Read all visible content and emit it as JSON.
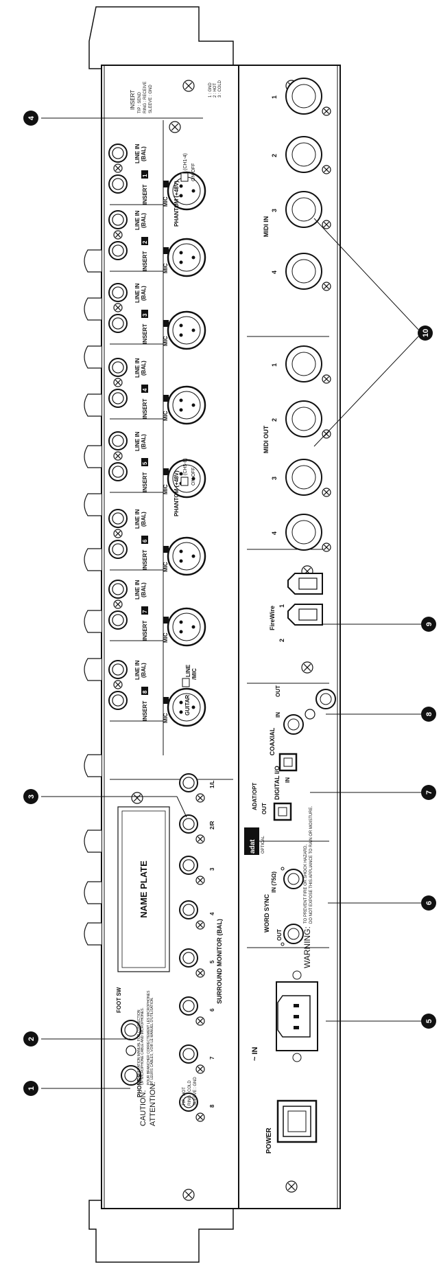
{
  "callouts": {
    "c1": "1",
    "c2": "2",
    "c3": "3",
    "c4": "4",
    "c5": "5",
    "c6": "6",
    "c7": "7",
    "c8": "8",
    "c9": "9",
    "c10": "10"
  },
  "front": {
    "phones": "PHONES",
    "foot_sw": "FOOT SW",
    "name_plate": "NAME PLATE",
    "surround_monitor": "SURROUND MONITOR (BAL)",
    "surround_channels": [
      "8",
      "7",
      "6",
      "5",
      "4",
      "3",
      "2/R",
      "1/L"
    ],
    "caution_title": "CAUTION:",
    "caution_text_1": "SEE OPERATION MANUAL FOR CONNECTION",
    "caution_text_2": "OF MICROPHONE CABLE AND MICROPHONES.",
    "attention_title": "ATTENTION:",
    "attention_text_1": "POUR BRANCHER CORRECTEMENT LES MICROPHONES",
    "attention_text_2": "ET LEURS CABLES, VOIR LE MANUEL D'UTILISATION.",
    "tip_hot": "TIP : HOT",
    "ring_cold": "RING : COLD",
    "sleeve_gnd": "SLEEVE : GND",
    "insert_tip": "TIP : SEND",
    "insert_ring": "RING : RECEIVE",
    "insert_sleeve": "SLEEVE : GND",
    "insert_heading": "INSERT",
    "xlr_pins_1": "1 : GND",
    "xlr_pins_2": "2 : HOT",
    "xlr_pins_3": "3 : COLD"
  },
  "channels": [
    {
      "num": "1",
      "insert": "INSERT",
      "line_in": "LINE IN",
      "bal": "(BAL)",
      "mic": "MIC"
    },
    {
      "num": "2",
      "insert": "INSERT",
      "line_in": "LINE IN",
      "bal": "(BAL)",
      "mic": "MIC"
    },
    {
      "num": "3",
      "insert": "INSERT",
      "line_in": "LINE IN",
      "bal": "(BAL)",
      "mic": "MIC"
    },
    {
      "num": "4",
      "insert": "INSERT",
      "line_in": "LINE IN",
      "bal": "(BAL)",
      "mic": "MIC"
    },
    {
      "num": "5",
      "insert": "INSERT",
      "line_in": "LINE IN",
      "bal": "(BAL)",
      "mic": "MIC"
    },
    {
      "num": "6",
      "insert": "INSERT",
      "line_in": "LINE IN",
      "bal": "(BAL)",
      "mic": "MIC"
    },
    {
      "num": "7",
      "insert": "INSERT",
      "line_in": "LINE IN",
      "bal": "(BAL)",
      "mic": "MIC"
    },
    {
      "num": "8",
      "insert": "INSERT",
      "line_in": "LINE IN",
      "bal": "(BAL)",
      "mic": "MIC"
    }
  ],
  "phantom": {
    "a_label": "PHANTOM (+48V)",
    "a_range": "(CH1-4)",
    "a_onoff": "ON  OFF",
    "b_label": "PHANTOM (+48V)",
    "b_range": "(CH5-8)",
    "b_onoff": "ON  OFF"
  },
  "guitar": {
    "guitar": "GUITAR",
    "line": "LINE",
    "mic": "/MIC"
  },
  "rear": {
    "power": "POWER",
    "ac_in": "~ IN",
    "word_sync": "WORD SYNC",
    "ws_out": "OUT",
    "ws_in": "IN (75Ω)",
    "adat_logo": "adat",
    "adat_optical": "OPTICAL",
    "adat_opt": "ADAT/OPT",
    "digital_io": "DIGITAL I/O",
    "opt_out": "OUT",
    "opt_in": "IN",
    "coaxial": "COAXIAL",
    "coax_in": "IN",
    "coax_out": "OUT",
    "firewire": "FireWire",
    "fw_1": "1",
    "fw_2": "2",
    "warning_title": "WARNING:",
    "warning_text_1": "TO PREVENT FIRE OR SHOCK HAZARD,",
    "warning_text_2": "DO NOT EXPOSE THIS APPLIANCE TO RAIN OR MOISTURE.",
    "midi_in": "MIDI IN",
    "midi_out": "MIDI OUT",
    "midi_in_ports": [
      "1",
      "2",
      "3",
      "4"
    ],
    "midi_out_ports": [
      "1",
      "2",
      "3",
      "4"
    ]
  }
}
